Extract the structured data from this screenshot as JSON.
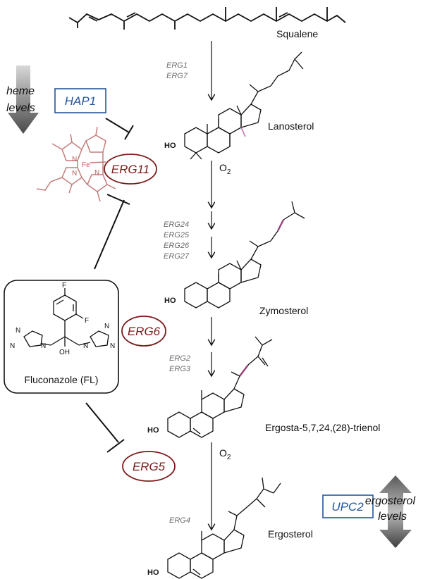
{
  "compounds": {
    "squalene": "Squalene",
    "lanosterol": "Lanosterol",
    "zymosterol": "Zymosterol",
    "trienol": "Ergosta-5,7,24,(28)-trienol",
    "ergosterol": "Ergosterol"
  },
  "genes": {
    "step1": [
      "ERG1",
      "ERG7"
    ],
    "step3": [
      "ERG24",
      "ERG25",
      "ERG26",
      "ERG27"
    ],
    "step5": [
      "ERG2",
      "ERG3"
    ],
    "step7": [
      "ERG4"
    ]
  },
  "oxygen": [
    "O",
    "2"
  ],
  "enzymes": {
    "erg11": "ERG11",
    "erg6": "ERG6",
    "erg5": "ERG5"
  },
  "regulators": {
    "hap1": "HAP1",
    "upc2": "UPC2"
  },
  "heme_levels": [
    "heme",
    "levels"
  ],
  "ergosterol_levels": [
    "ergosterol",
    "levels"
  ],
  "drug": {
    "name": "Fluconazole (FL)",
    "atoms": {
      "F": "F",
      "N": "N",
      "OH": "OH"
    }
  },
  "heme": {
    "Fe": "Fe",
    "N": "N"
  },
  "hydroxyl": "HO",
  "colors": {
    "enzyme": "#7b1a1a",
    "regulator": "#23569b",
    "heme": "#c77b7b",
    "double_bond": "#9a3f78"
  }
}
